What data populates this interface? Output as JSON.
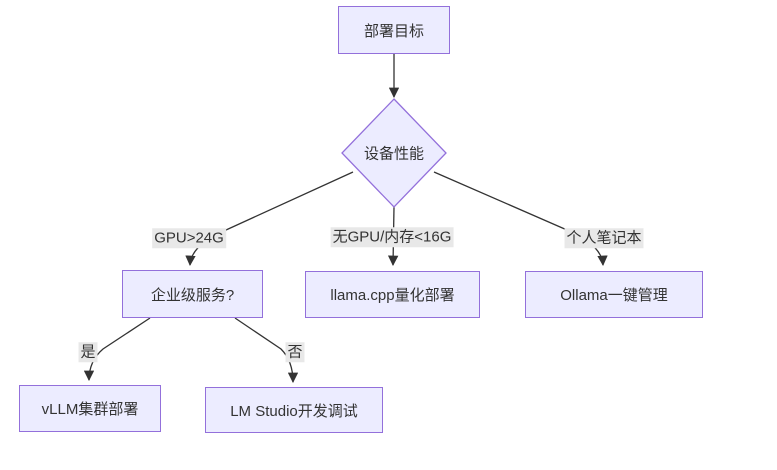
{
  "diagram": {
    "type": "flowchart",
    "nodes": {
      "deploy_goal": {
        "label": "部署目标",
        "shape": "rect"
      },
      "device_perf": {
        "label": "设备性能",
        "shape": "diamond"
      },
      "enterprise": {
        "label": "企业级服务?",
        "shape": "rect"
      },
      "llamacpp": {
        "label": "llama.cpp量化部署",
        "shape": "rect"
      },
      "ollama": {
        "label": "Ollama一键管理",
        "shape": "rect"
      },
      "vllm": {
        "label": "vLLM集群部署",
        "shape": "rect"
      },
      "lmstudio": {
        "label": "LM Studio开发调试",
        "shape": "rect"
      }
    },
    "edges": [
      {
        "from": "deploy_goal",
        "to": "device_perf",
        "label": ""
      },
      {
        "from": "device_perf",
        "to": "enterprise",
        "label": "GPU>24G"
      },
      {
        "from": "device_perf",
        "to": "llamacpp",
        "label": "无GPU/内存<16G"
      },
      {
        "from": "device_perf",
        "to": "ollama",
        "label": "个人笔记本"
      },
      {
        "from": "enterprise",
        "to": "vllm",
        "label": "是"
      },
      {
        "from": "enterprise",
        "to": "lmstudio",
        "label": "否"
      }
    ],
    "colors": {
      "node_fill": "#ECECFF",
      "node_border": "#9370DB",
      "edge_line": "#333333",
      "edge_label_bg": "#e8e8e8",
      "text": "#333333",
      "background": "#ffffff"
    }
  }
}
